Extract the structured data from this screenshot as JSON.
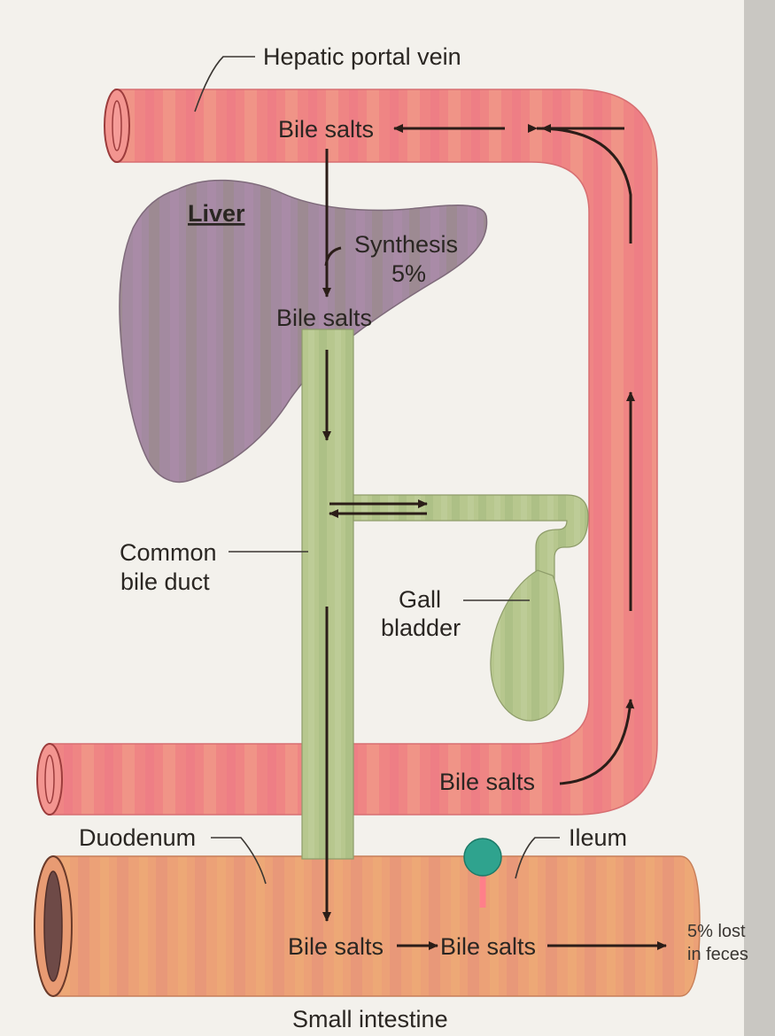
{
  "labels": {
    "hepatic_portal_vein": "Hepatic portal vein",
    "liver": "Liver",
    "synthesis": "Synthesis",
    "synthesis_pct": "5%",
    "bile_salts_top": "Bile salts",
    "bile_salts_liver": "Bile salts",
    "common_bile_duct_1": "Common",
    "common_bile_duct_2": "bile duct",
    "gall_bladder_1": "Gall",
    "gall_bladder_2": "bladder",
    "bile_salts_vein_lower": "Bile salts",
    "duodenum": "Duodenum",
    "ileum": "Ileum",
    "bile_salts_duodenum": "Bile salts",
    "bile_salts_ileum": "Bile salts",
    "lost_1": "5% lost",
    "lost_2": "in feces",
    "small_intestine": "Small intestine"
  },
  "colors": {
    "portal_vein": "#ef8a86",
    "liver": "#a28aa0",
    "bile_duct": "#b8c78f",
    "intestine": "#eda277",
    "transporter": "#2fa38e",
    "transporter_arrow": "#ff7f8a",
    "arrows": "#2b1d18",
    "background": "#f3f1ec"
  }
}
